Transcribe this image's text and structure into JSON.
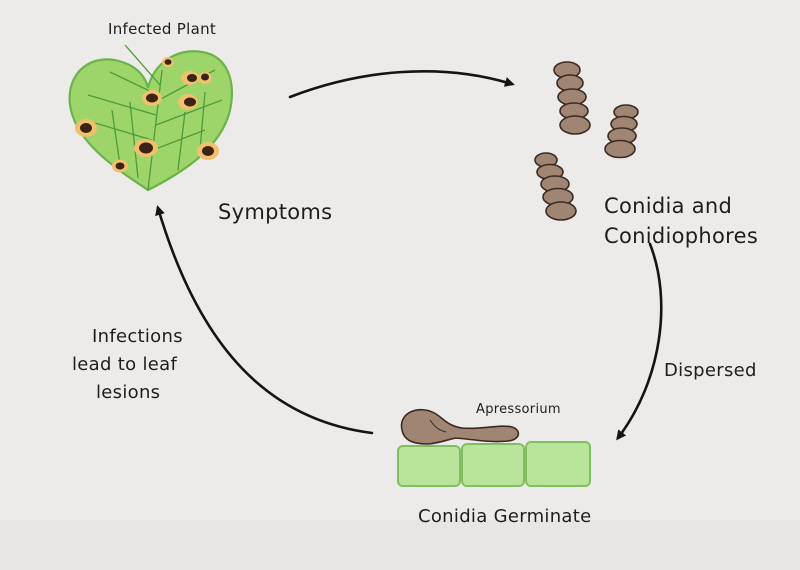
{
  "diagram": {
    "labels": {
      "infected_plant": "Infected Plant",
      "symptoms": "Symptoms",
      "conidia_line1": "Conidia and",
      "conidia_line2": "Conidiophores",
      "dispersed": "Dispersed",
      "apressorium": "Apressorium",
      "conidia_germinate": "Conidia Germinate",
      "infections_line1": "Infections",
      "infections_line2": "lead to leaf",
      "infections_line3": "lesions"
    },
    "colors": {
      "paper": "#ecebe9",
      "leaf_fill": "#9ed56b",
      "leaf_vein": "#4f9a3b",
      "lesion_halo": "#f0c06a",
      "lesion_core": "#3b2416",
      "conidia_fill": "#a08573",
      "conidia_outline": "#3a2a22",
      "plant_cell_fill": "#b8e59a",
      "plant_cell_outline": "#7fbf60",
      "arrow": "#141414"
    }
  }
}
